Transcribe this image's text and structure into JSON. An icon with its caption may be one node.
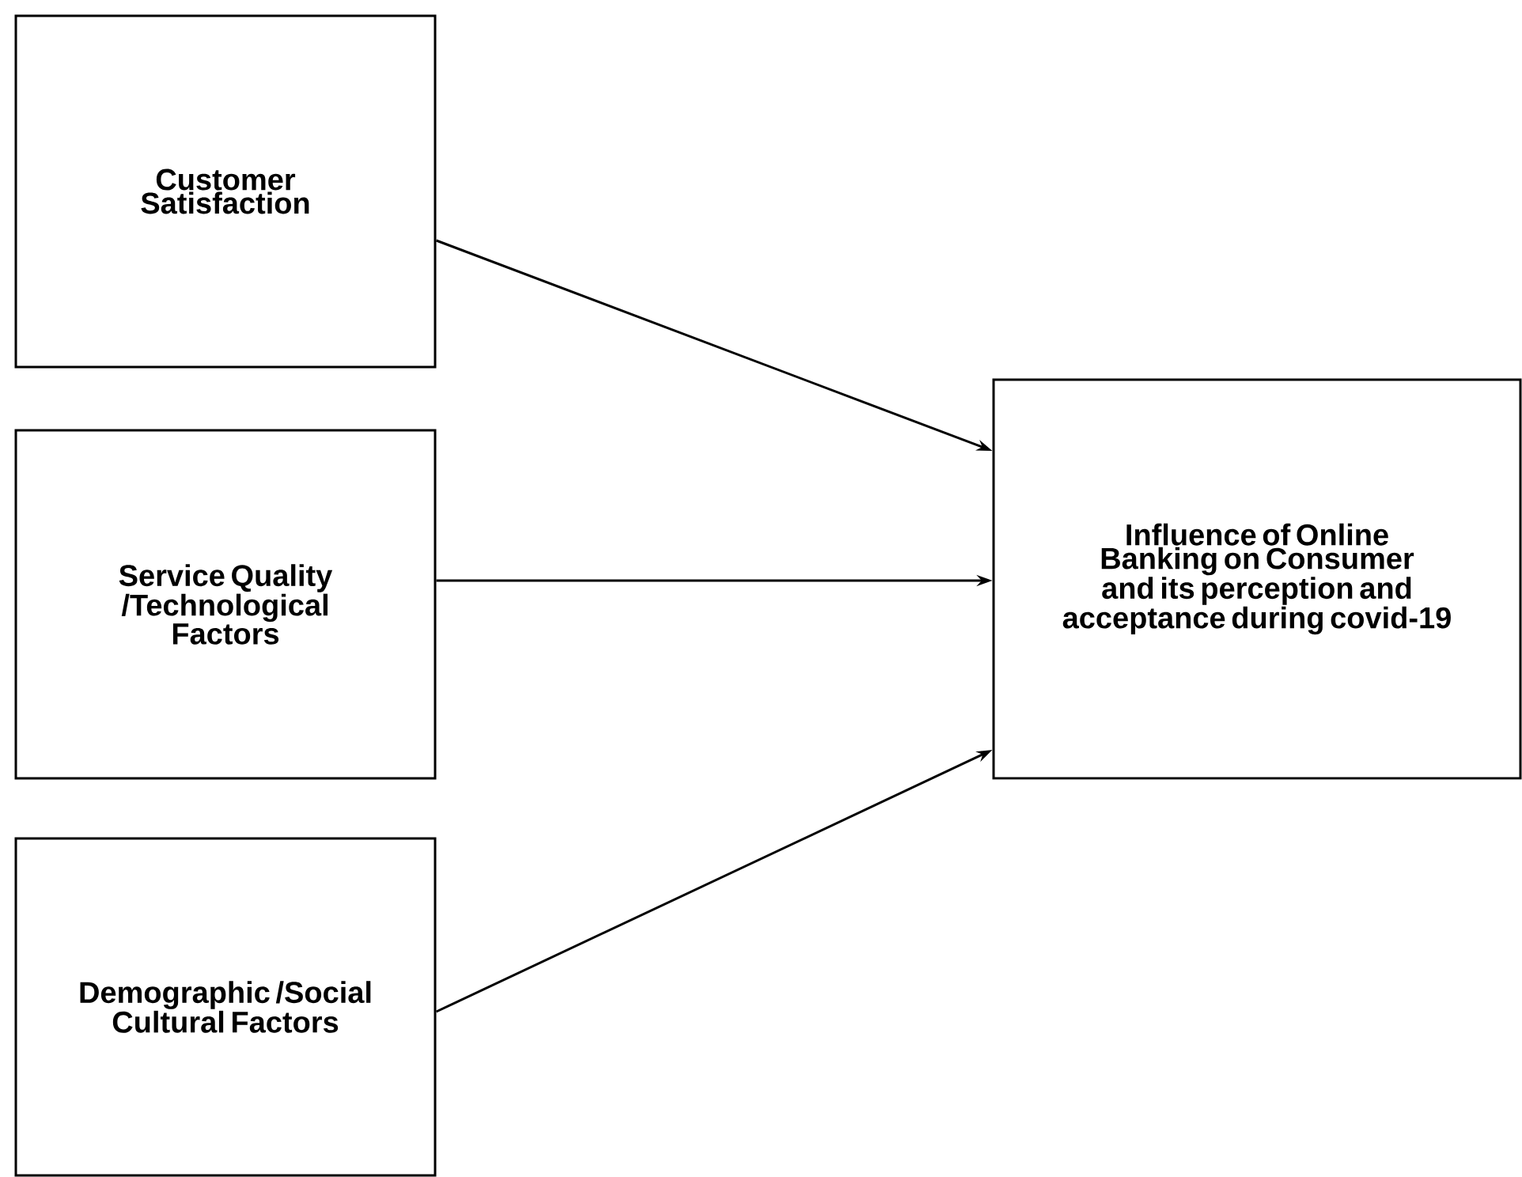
{
  "diagram": {
    "nodes": [
      {
        "text": [
          "Customer Satisfaction"
        ]
      },
      {
        "text": [
          "Service Quality /Technological Factors"
        ]
      },
      {
        "text": [
          "Demographic /Social Cultural Factors"
        ]
      },
      {
        "text": [
          "Influence of Online Banking on Consumer and its perception and acceptance during covid-19"
        ]
      }
    ],
    "edges": [
      {
        "from": 0,
        "to": 3,
        "arrow": "to"
      },
      {
        "from": 1,
        "to": 3,
        "arrow": "to"
      },
      {
        "from": 2,
        "to": 3,
        "arrow": "to"
      }
    ]
  }
}
